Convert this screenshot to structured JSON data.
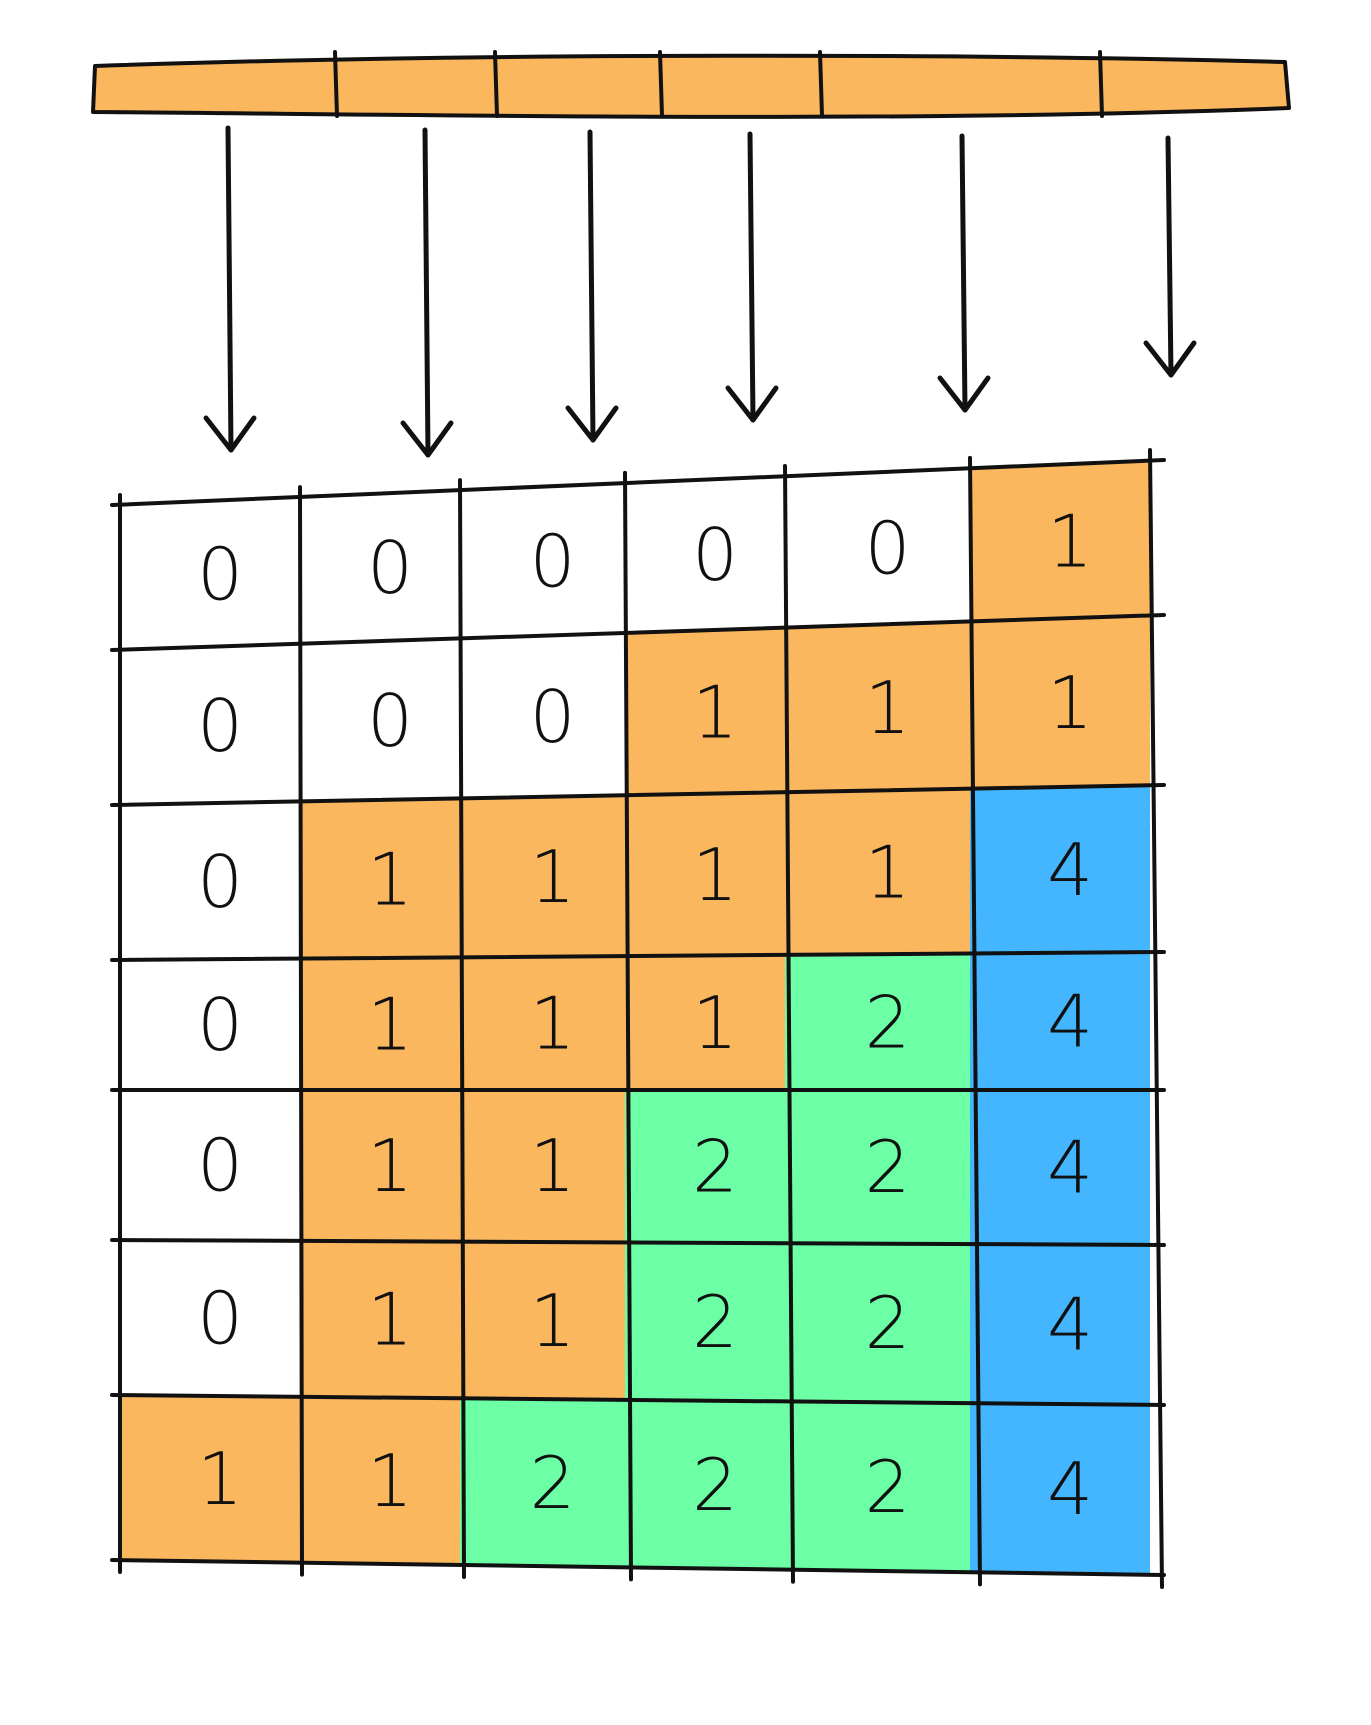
{
  "colors": {
    "white": "#ffffff",
    "orange": "#fbb75e",
    "green": "#6cffa5",
    "blue": "#43b6ff",
    "ink": "#111111"
  },
  "top_bar": {
    "segments": 6,
    "fill": "orange"
  },
  "grid": {
    "rows": [
      {
        "values": [
          "0",
          "0",
          "0",
          "0",
          "0",
          "1"
        ],
        "fills": [
          "white",
          "white",
          "white",
          "white",
          "white",
          "orange"
        ]
      },
      {
        "values": [
          "0",
          "0",
          "0",
          "1",
          "1",
          "1"
        ],
        "fills": [
          "white",
          "white",
          "white",
          "orange",
          "orange",
          "orange"
        ]
      },
      {
        "values": [
          "0",
          "1",
          "1",
          "1",
          "1",
          "4"
        ],
        "fills": [
          "white",
          "orange",
          "orange",
          "orange",
          "orange",
          "blue"
        ]
      },
      {
        "values": [
          "0",
          "1",
          "1",
          "1",
          "2",
          "4"
        ],
        "fills": [
          "white",
          "orange",
          "orange",
          "orange",
          "green",
          "blue"
        ]
      },
      {
        "values": [
          "0",
          "1",
          "1",
          "2",
          "2",
          "4"
        ],
        "fills": [
          "white",
          "orange",
          "orange",
          "green",
          "green",
          "blue"
        ]
      },
      {
        "values": [
          "0",
          "1",
          "1",
          "2",
          "2",
          "4"
        ],
        "fills": [
          "white",
          "orange",
          "orange",
          "green",
          "green",
          "blue"
        ]
      },
      {
        "values": [
          "1",
          "1",
          "2",
          "2",
          "2",
          "4"
        ],
        "fills": [
          "orange",
          "orange",
          "green",
          "green",
          "green",
          "blue"
        ]
      }
    ]
  }
}
